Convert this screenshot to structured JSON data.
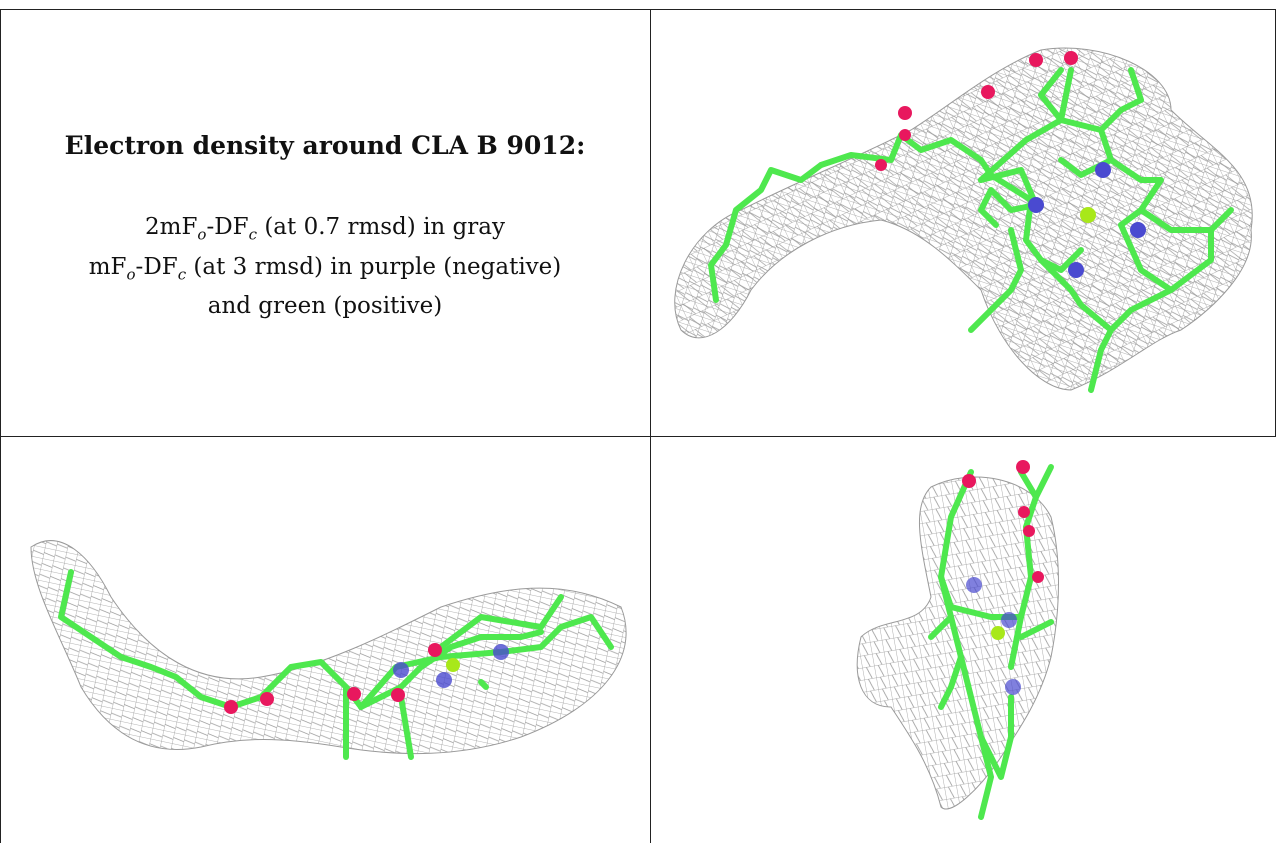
{
  "caption": {
    "title": "Electron density around CLA B 9012:",
    "line1_pre": "2mF",
    "line1_sub_o": "o",
    "line1_mid": "-DF",
    "line1_sub_c": "c",
    "line1_post": " (at 0.7 rmsd) in gray",
    "line2_pre": "mF",
    "line2_sub_o": "o",
    "line2_mid": "-DF",
    "line2_sub_c": "c",
    "line2_post": " (at 3 rmsd) in purple (negative)",
    "line3": "and green (positive)"
  },
  "colors": {
    "mesh": "#9a9a9a",
    "carbon": "#4ee84e",
    "oxygen": "#e8185e",
    "nitrogen": "#4a4ad0",
    "magnesium": "#a8e81a",
    "border": "#222222"
  },
  "panels": [
    {
      "view": "top-right",
      "content": "ligand-ring-view"
    },
    {
      "view": "bottom-left",
      "content": "ligand-side-view"
    },
    {
      "view": "bottom-right",
      "content": "ligand-end-view"
    }
  ]
}
